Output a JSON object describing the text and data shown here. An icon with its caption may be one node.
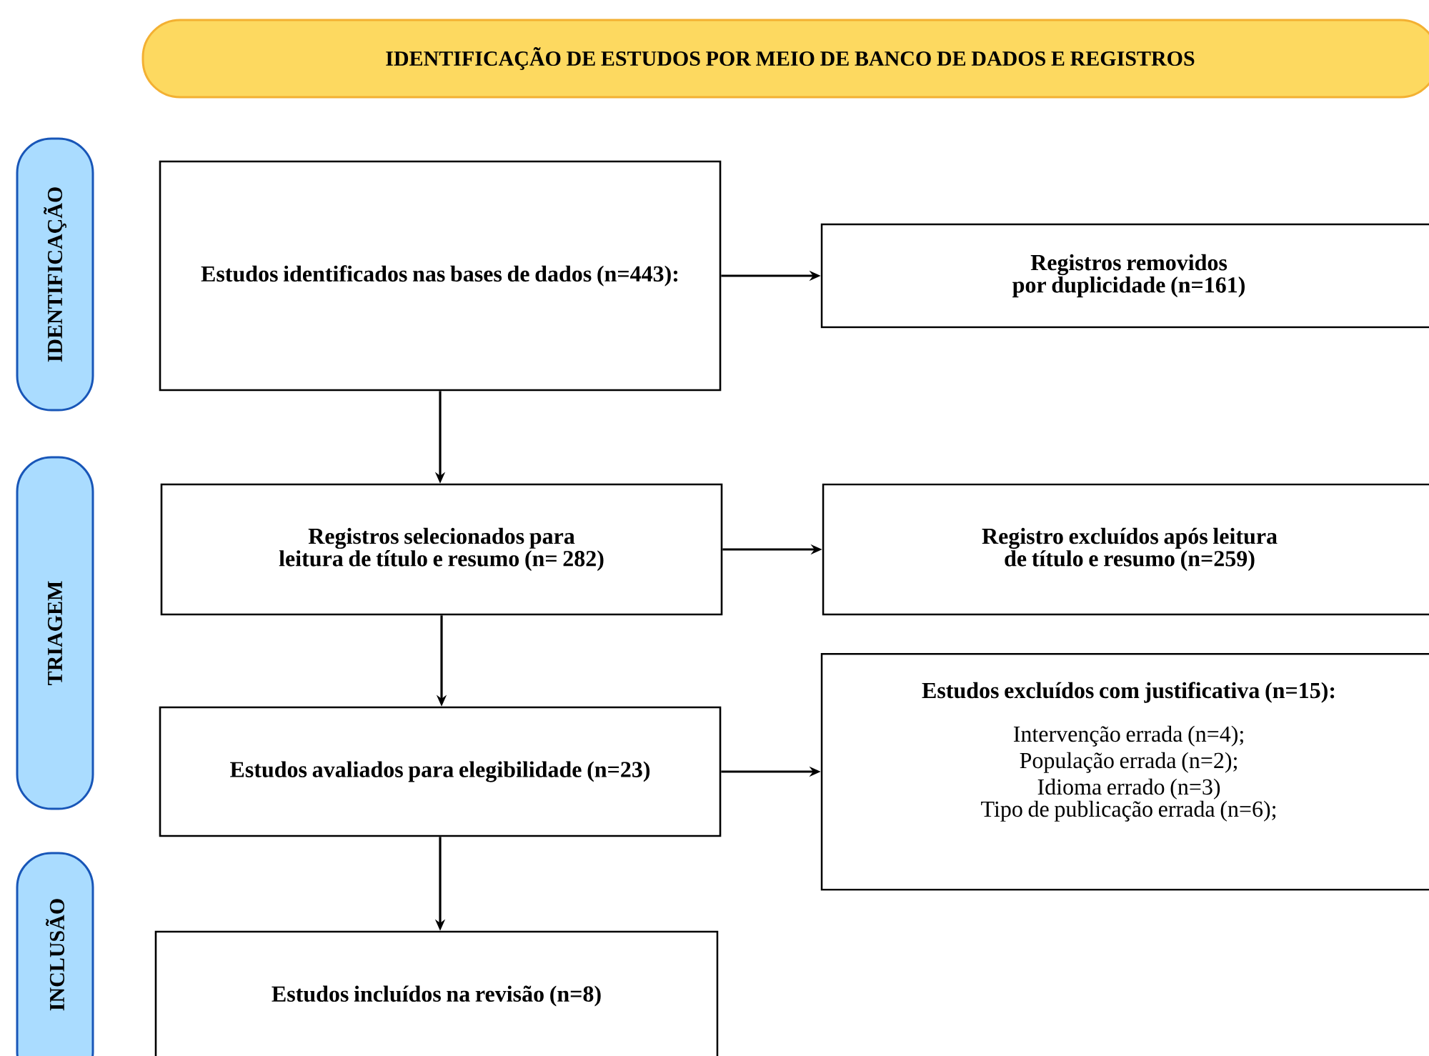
{
  "diagram": {
    "nodes": [
      {
        "text": [
          "IDENTIFICAÇÃO DE ESTUDOS POR MEIO DE BANCO DE DADOS E REGISTROS"
        ]
      },
      {
        "text": [
          "IDENTIFICAÇÃO"
        ]
      },
      {
        "text": [
          "TRIAGEM"
        ]
      },
      {
        "text": [
          "INCLUSÃO"
        ]
      },
      {
        "text": [
          "Estudos identificados nas bases de dados (n=443):"
        ]
      },
      {
        "text": [
          "Registros removidos por duplicidade (n=161)"
        ]
      },
      {
        "text": [
          "Registros selecionados para leitura de título e resumo (n= 282)"
        ]
      },
      {
        "text": [
          "Registro excluídos após leitura de título e resumo (n=259)"
        ]
      },
      {
        "text": [
          "Estudos avaliados para elegibilidade (n=23)"
        ]
      },
      {
        "text": [
          "Estudos excluídos com justificativa (n=15):",
          "Intervenção errada (n=4);",
          "População errada (n=2);",
          "Idioma errado (n=3)",
          "Tipo de publicação errada (n=6);"
        ]
      },
      {
        "text": [
          "Estudos incluídos na revisão (n=8)"
        ]
      }
    ],
    "edges": [
      {
        "from": 4,
        "to": 5,
        "arrow": "to"
      },
      {
        "from": 4,
        "to": 6,
        "arrow": "to"
      },
      {
        "from": 6,
        "to": 7,
        "arrow": "to"
      },
      {
        "from": 6,
        "to": 8,
        "arrow": "to"
      },
      {
        "from": 8,
        "to": 9,
        "arrow": "to"
      },
      {
        "from": 8,
        "to": 10,
        "arrow": "to"
      }
    ]
  }
}
